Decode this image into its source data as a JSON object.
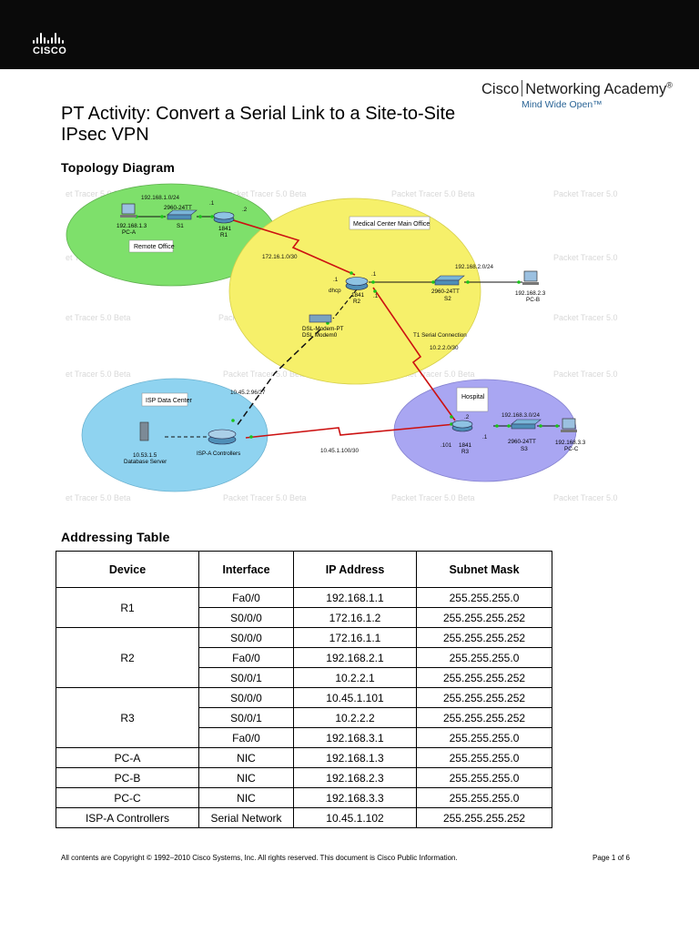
{
  "header": {
    "logo_text": "CISCO",
    "brand_left": "Cisco",
    "brand_right": "Networking Academy",
    "brand_reg": "®",
    "brand_tagline": "Mind Wide Open™"
  },
  "document": {
    "title_line1": "PT Activity:  Convert a Serial Link to a Site-to-Site",
    "title_line2": "IPsec VPN",
    "topology_heading": "Topology Diagram",
    "addressing_heading": "Addressing Table"
  },
  "topology": {
    "zones": {
      "remote": "Remote Office",
      "main": "Medical Center Main Office",
      "isp": "ISP Data Center",
      "hospital": "Hospital"
    },
    "devices": {
      "pc_a": "PC-A",
      "pc_a_ip": "192.168.1.3",
      "s1_model": "2960-24TT",
      "s1": "S1",
      "r1_model": "1841",
      "r1": "R1",
      "r2_model": "1841",
      "r2": "R2",
      "s2_model": "2960-24TT",
      "s2": "S2",
      "pc_b": "PC-B",
      "pc_b_ip": "192.168.2.3",
      "modem_model": "DSL-Modem-PT",
      "modem": "DSL Modem0",
      "server_ip": "10.53.1.5",
      "server": "Database Server",
      "isp": "ISP-A Controllers",
      "r3_model": "1841",
      "r3": "R3",
      "s3_model": "2960-24TT",
      "s3": "S3",
      "pc_c": "PC-C",
      "pc_c_ip": "192.168.3.3"
    },
    "links": {
      "lan1": "192.168.1.0/24",
      "wan_r1_r2": "172.16.1.0/30",
      "lan2": "192.168.2.0/24",
      "t1_label": "T1 Serial Connection",
      "wan_r2_r3": "10.2.2.0/30",
      "dsl": "10.45.2.96/27",
      "wan_isp_r3": "10.45.1.100/30",
      "lan3": "192.168.3.0/24"
    },
    "ports": {
      "r1_lan": ".1",
      "r1_wan": ".2",
      "r2_wan": ".1",
      "r2_lan": ".1",
      "r2_t1": ".1",
      "r2_dhcp": "dhcp",
      "r3_t1": ".2",
      "r3_isp": ".101",
      "r3_lan": ".1"
    },
    "watermark": "Packet Tracer 5.0 Beta",
    "watermark_short": "et Tracer 5.0 Beta",
    "watermark_end": "Packet Tracer 5.0"
  },
  "table": {
    "headers": [
      "Device",
      "Interface",
      "IP Address",
      "Subnet Mask"
    ],
    "groups": [
      {
        "device": "R1",
        "rows": [
          [
            "Fa0/0",
            "192.168.1.1",
            "255.255.255.0"
          ],
          [
            "S0/0/0",
            "172.16.1.2",
            "255.255.255.252"
          ]
        ]
      },
      {
        "device": "R2",
        "rows": [
          [
            "S0/0/0",
            "172.16.1.1",
            "255.255.255.252"
          ],
          [
            "Fa0/0",
            "192.168.2.1",
            "255.255.255.0"
          ],
          [
            "S0/0/1",
            "10.2.2.1",
            "255.255.255.252"
          ]
        ]
      },
      {
        "device": "R3",
        "rows": [
          [
            "S0/0/0",
            "10.45.1.101",
            "255.255.255.252"
          ],
          [
            "S0/0/1",
            "10.2.2.2",
            "255.255.255.252"
          ],
          [
            "Fa0/0",
            "192.168.3.1",
            "255.255.255.0"
          ]
        ]
      },
      {
        "device": "PC-A",
        "rows": [
          [
            "NIC",
            "192.168.1.3",
            "255.255.255.0"
          ]
        ]
      },
      {
        "device": "PC-B",
        "rows": [
          [
            "NIC",
            "192.168.2.3",
            "255.255.255.0"
          ]
        ]
      },
      {
        "device": "PC-C",
        "rows": [
          [
            "NIC",
            "192.168.3.3",
            "255.255.255.0"
          ]
        ]
      },
      {
        "device": "ISP-A Controllers",
        "rows": [
          [
            "Serial Network",
            "10.45.1.102",
            "255.255.255.252"
          ]
        ]
      }
    ]
  },
  "footer": {
    "copyright": "All contents are Copyright © 1992–2010 Cisco Systems, Inc. All rights reserved. This document is Cisco Public Information.",
    "page": "Page 1 of 6"
  },
  "colors": {
    "header_bg": "#0a0a0a",
    "remote_zone": "#7ee06b",
    "main_zone": "#f6f06a",
    "isp_zone": "#8fd3f0",
    "hospital_zone": "#a9a6f2",
    "serial_link": "#cc1111",
    "tagline": "#2a6496"
  }
}
